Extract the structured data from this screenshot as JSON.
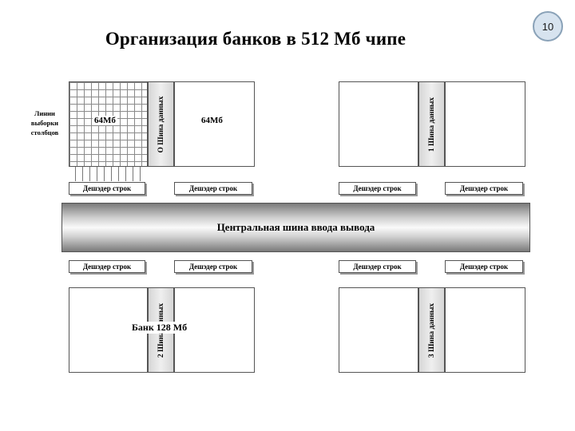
{
  "title": "Организация банков в 512 Мб чипе",
  "page_number": "10",
  "column_lines_label": [
    "Линии",
    "выборки",
    "столбцов"
  ],
  "bank0": {
    "left_label": "64Мб",
    "right_label": "64Мб",
    "bus_label": "О  Шина данных"
  },
  "bank1": {
    "bus_label": "1   Шина данных"
  },
  "bank2": {
    "bus_label": "2   Шина данных",
    "center_label": "Банк 128 Мб"
  },
  "bank3": {
    "bus_label": "3   Шина данных"
  },
  "decoders": {
    "top": [
      "Дешэдер строк",
      "Дешэдер строк",
      "Дешэдер строк",
      "Дешэдер строк"
    ],
    "bottom": [
      "Дешэдер строк",
      "Дешэдер строк",
      "Дешэдер строк",
      "Дешэдер строк"
    ]
  },
  "central_bus": "Центральная шина ввода вывода",
  "colors": {
    "badge_fill": "#d7e3ef",
    "badge_border": "#8aa2b8",
    "bus_gray": "#d6d6d6"
  }
}
